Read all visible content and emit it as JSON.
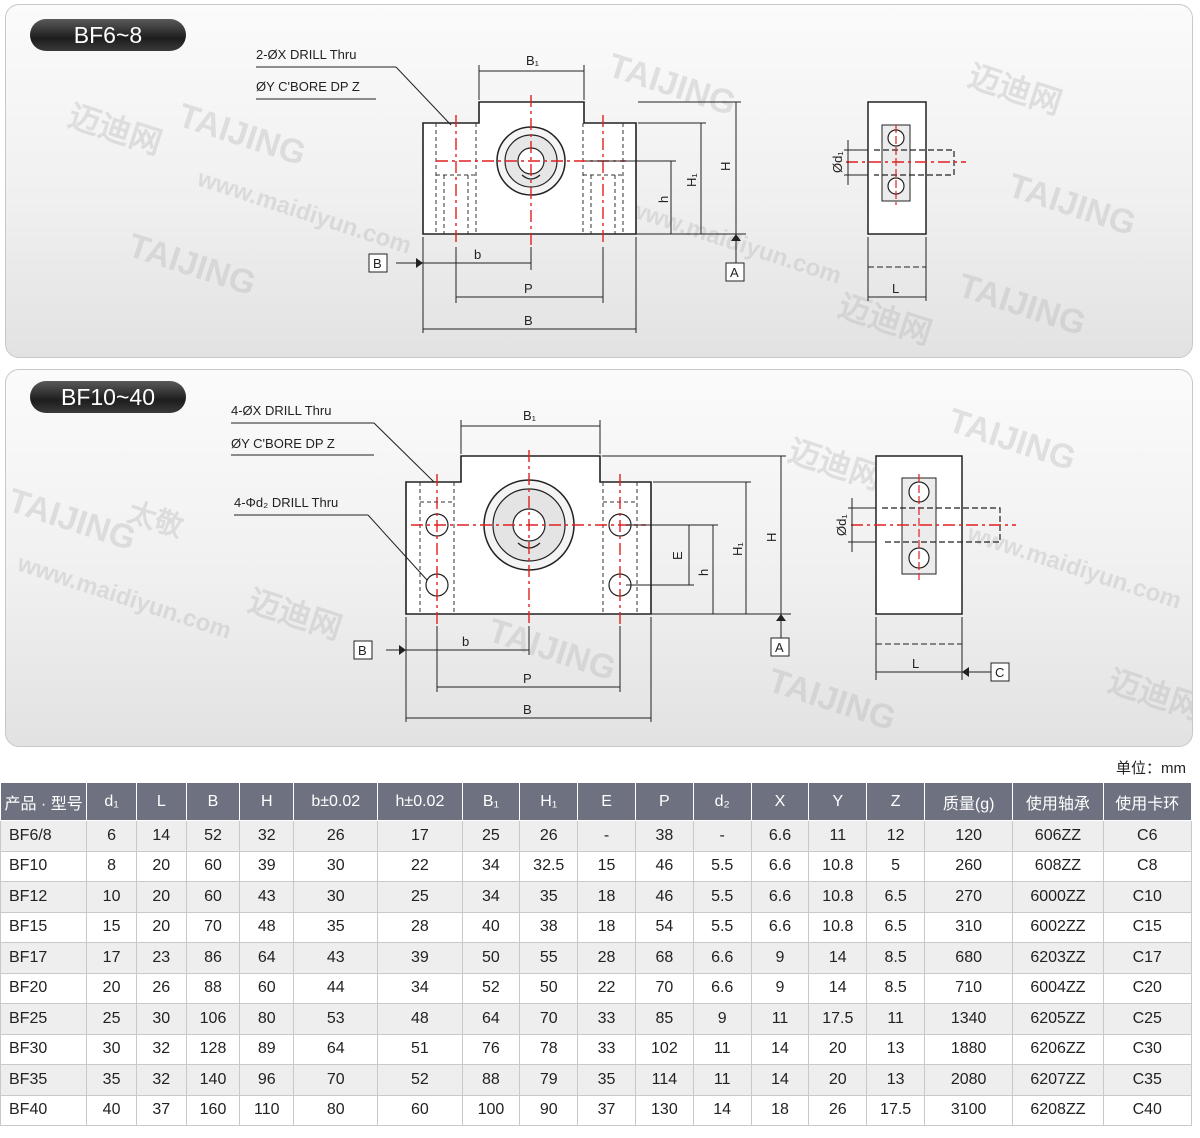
{
  "panel1": {
    "title": "BF6~8",
    "label_drill": "2-ØX DRILL Thru",
    "label_cbore": "ØY C'BORE DP Z",
    "dims": {
      "B1": "B₁",
      "H1": "H₁",
      "H": "H",
      "h": "h",
      "b": "b",
      "P": "P",
      "B": "B",
      "d1": "Ød₁",
      "L": "L",
      "A": "A",
      "Bref": "B"
    }
  },
  "panel2": {
    "title": "BF10~40",
    "label_drill": "4-ØX DRILL Thru",
    "label_cbore": "ØY C'BORE DP Z",
    "label_d2": "4-Φd₂ DRILL Thru",
    "dims": {
      "B1": "B₁",
      "H1": "H₁",
      "H": "H",
      "h": "h",
      "E": "E",
      "b": "b",
      "P": "P",
      "B": "B",
      "d1": "Ød₁",
      "L": "L",
      "A": "A",
      "Bref": "B",
      "C": "C"
    }
  },
  "watermarks": {
    "brand": "TAIJING",
    "brand_cn": "太敬",
    "site": "www.maidiyun.com",
    "site_cn": "迈迪网"
  },
  "unit": "单位：mm",
  "table": {
    "headers": [
      "产品 · 型号",
      "d₁",
      "L",
      "B",
      "H",
      "b±0.02",
      "h±0.02",
      "B₁",
      "H₁",
      "E",
      "P",
      "d₂",
      "X",
      "Y",
      "Z",
      "质量(g)",
      "使用轴承",
      "使用卡环"
    ],
    "rows": [
      [
        "BF6/8",
        "6",
        "14",
        "52",
        "32",
        "26",
        "17",
        "25",
        "26",
        "-",
        "38",
        "-",
        "6.6",
        "11",
        "12",
        "120",
        "606ZZ",
        "C6"
      ],
      [
        "BF10",
        "8",
        "20",
        "60",
        "39",
        "30",
        "22",
        "34",
        "32.5",
        "15",
        "46",
        "5.5",
        "6.6",
        "10.8",
        "5",
        "260",
        "608ZZ",
        "C8"
      ],
      [
        "BF12",
        "10",
        "20",
        "60",
        "43",
        "30",
        "25",
        "34",
        "35",
        "18",
        "46",
        "5.5",
        "6.6",
        "10.8",
        "6.5",
        "270",
        "6000ZZ",
        "C10"
      ],
      [
        "BF15",
        "15",
        "20",
        "70",
        "48",
        "35",
        "28",
        "40",
        "38",
        "18",
        "54",
        "5.5",
        "6.6",
        "10.8",
        "6.5",
        "310",
        "6002ZZ",
        "C15"
      ],
      [
        "BF17",
        "17",
        "23",
        "86",
        "64",
        "43",
        "39",
        "50",
        "55",
        "28",
        "68",
        "6.6",
        "9",
        "14",
        "8.5",
        "680",
        "6203ZZ",
        "C17"
      ],
      [
        "BF20",
        "20",
        "26",
        "88",
        "60",
        "44",
        "34",
        "52",
        "50",
        "22",
        "70",
        "6.6",
        "9",
        "14",
        "8.5",
        "710",
        "6004ZZ",
        "C20"
      ],
      [
        "BF25",
        "25",
        "30",
        "106",
        "80",
        "53",
        "48",
        "64",
        "70",
        "33",
        "85",
        "9",
        "11",
        "17.5",
        "11",
        "1340",
        "6205ZZ",
        "C25"
      ],
      [
        "BF30",
        "30",
        "32",
        "128",
        "89",
        "64",
        "51",
        "76",
        "78",
        "33",
        "102",
        "11",
        "14",
        "20",
        "13",
        "1880",
        "6206ZZ",
        "C30"
      ],
      [
        "BF35",
        "35",
        "32",
        "140",
        "96",
        "70",
        "52",
        "88",
        "79",
        "35",
        "114",
        "11",
        "14",
        "20",
        "13",
        "2080",
        "6207ZZ",
        "C35"
      ],
      [
        "BF40",
        "40",
        "37",
        "160",
        "110",
        "80",
        "60",
        "100",
        "90",
        "37",
        "130",
        "14",
        "18",
        "26",
        "17.5",
        "3100",
        "6208ZZ",
        "C40"
      ]
    ]
  }
}
